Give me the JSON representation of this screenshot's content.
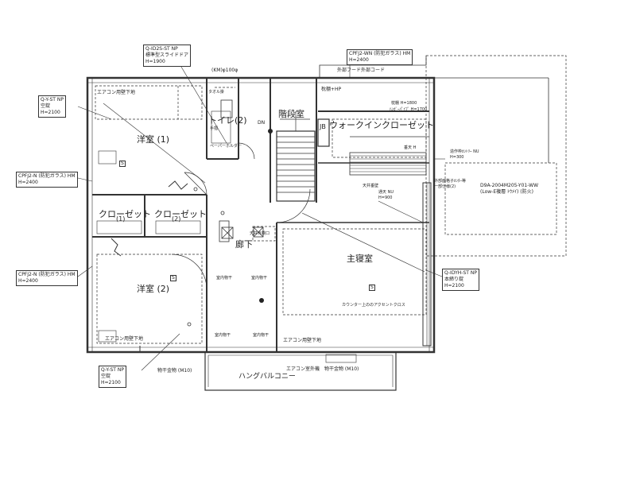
{
  "rooms": {
    "western1": "洋室 (1)",
    "western2": "洋室 (2)",
    "closet1": "クローゼット",
    "closet1_num": "(1)",
    "closet2": "クローゼット",
    "closet2_num": "(2)",
    "toilet": "トイレ(2)",
    "stairs": "階段室",
    "walkin": "ウォークインクローゼット",
    "hall": "廊下",
    "master": "主寝室",
    "balcony": "ハングバルコニー",
    "jb": "JB"
  },
  "notes": {
    "aircon_top": "エアコン用壁下地",
    "aircon_w2": "エアコン用壁下地",
    "aircon_master": "エアコン用壁下地",
    "aircon_outdoor": "エアコン室外機",
    "km": "(KM)φ100φ",
    "dn": "DN",
    "exterior_cord": "外部フード外部コード",
    "shelf_hp": "枕棚+HP",
    "shelf_h": "枕棚 H=1800",
    "pipe_h": "ﾊﾝｶﾞｰﾊﾟｲﾌﾟ H=1700",
    "indoor_dry1": "室内物干",
    "indoor_dry2": "室内物干",
    "indoor_dry3": "室内物干",
    "indoor_dry4": "室内物干",
    "attic": "天井点検口",
    "counter": "カウンター上ののアクセントクロス",
    "dryer_m10a": "物干金物 (M10)",
    "dryer_m10b": "物干金物 (M10)",
    "paper": "ペーパーホルダー",
    "hand": "手摺",
    "towel": "タオル掛",
    "s": "S"
  },
  "tags": {
    "door_toilet": [
      "Q-ID2S-ST NP",
      "標準型スライドドア",
      "H=1900"
    ],
    "door_w1": [
      "Q-Y-ST NP",
      "空錠",
      "H=2100"
    ],
    "win_w1": [
      "CPFJ2-N (防犯ガラス)   HM",
      "H=2400"
    ],
    "win_w2": [
      "CPFJ2-N (防犯ガラス)   HM",
      "H=2400"
    ],
    "win_walkin": [
      "CPFJ2-WN (防犯ガラス)   HM",
      "H=2400"
    ],
    "door_w2": [
      "Q-Y-ST NP",
      "空錠",
      "H=2100"
    ],
    "door_master": [
      "Q-IDYH-ST NP",
      "本締り錠",
      "H=2100"
    ],
    "door_walkin_nu": [
      "造作枠ｶﾝﾄﾘｰ NU",
      "H=300"
    ],
    "sash": [
      "D9A-2004M205-Y01-WW",
      "(Low-E複層 ﾄｳﾒｲ)  (防火)"
    ],
    "sash_note": "外部面格子ｶﾝﾀｰ等",
    "sash_note2": "一部仕様(2)",
    "ceiling": "通天 NU",
    "ceiling_h": "H=900",
    "drop": "天井垂壁",
    "drop2": "垂天 H"
  }
}
